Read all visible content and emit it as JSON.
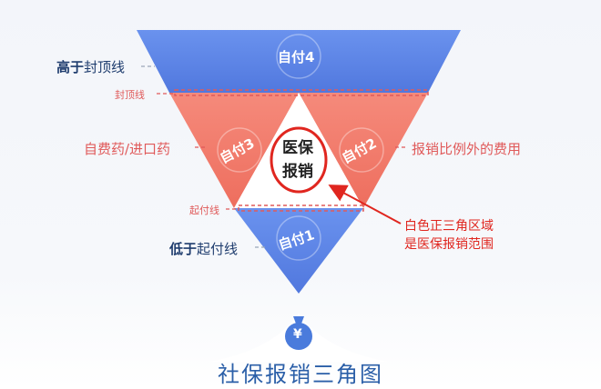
{
  "labels": {
    "above_cap_bold": "高于",
    "above_cap_rest": "封顶线",
    "cap_line": "封顶线",
    "self_pay_drugs": "自费药/进口药",
    "start_line": "起付线",
    "below_start_bold": "低于",
    "below_start_rest": "起付线",
    "ratio_outside": "报销比例外的费用"
  },
  "zones": {
    "top": "自付4",
    "left": "自付3",
    "right": "自付2",
    "bottom": "自付1",
    "center_line1": "医保",
    "center_line2": "报销"
  },
  "annotation": {
    "line1": "白色正三角区域",
    "line2": "是医保报销范围"
  },
  "icon": {
    "symbol": "¥"
  },
  "title": "社保报销三角图",
  "colors": {
    "blue": "#5b86e8",
    "salmon": "#f07b6c",
    "red_text": "#e05a5a",
    "accent_red": "#e0261f",
    "dark_label": "#1f3d6e",
    "title": "#2b5fa8"
  }
}
